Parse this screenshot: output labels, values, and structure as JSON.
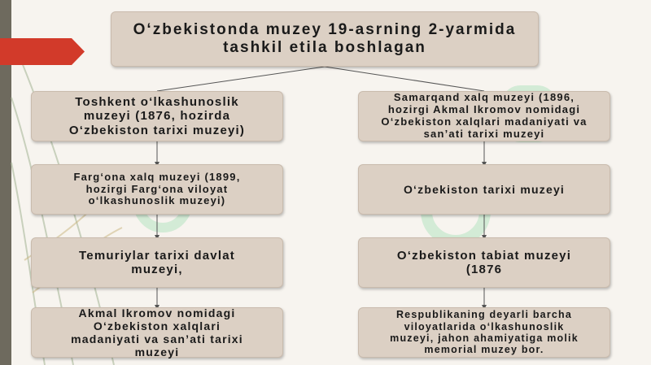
{
  "colors": {
    "box_fill": "#dcd0c4",
    "left_bar": "#6e6a5e",
    "arrow_tab": "#d23a2a",
    "connector": "#555555",
    "watermark": "#8fd9a8"
  },
  "title": "O‘zbekistonda muzey 19-asrning 2-yarmida\ntashkil etila boshlagan",
  "left": [
    "Toshkent o‘lkashunoslik\nmuzeyi (1876, hozirda\nO‘zbekiston tarixi muzeyi)",
    "Farg‘ona xalq muzeyi (1899,\nhozirgi Farg‘ona viloyat\no‘lkashunoslik muzeyi)",
    "Temuriylar tarixi davlat\nmuzeyi,",
    "Akmal Ikromov nomidagi\nO‘zbekiston xalqlari\nmadaniyati va san’ati tarixi\nmuzeyi"
  ],
  "right": [
    "Samarqand xalq muzeyi (1896,\nhozirgi Akmal Ikromov nomidagi\nO‘zbekiston xalqlari madaniyati va\nsan’ati tarixi muzeyi",
    "O‘zbekiston tarixi muzeyi",
    "O‘zbekiston tabiat muzeyi\n(1876",
    "Respublikaning deyarli barcha\nviloyatlarida o‘lkashunoslik\nmuzeyi, jahon ahamiyatiga molik\nmemorial muzey bor."
  ]
}
